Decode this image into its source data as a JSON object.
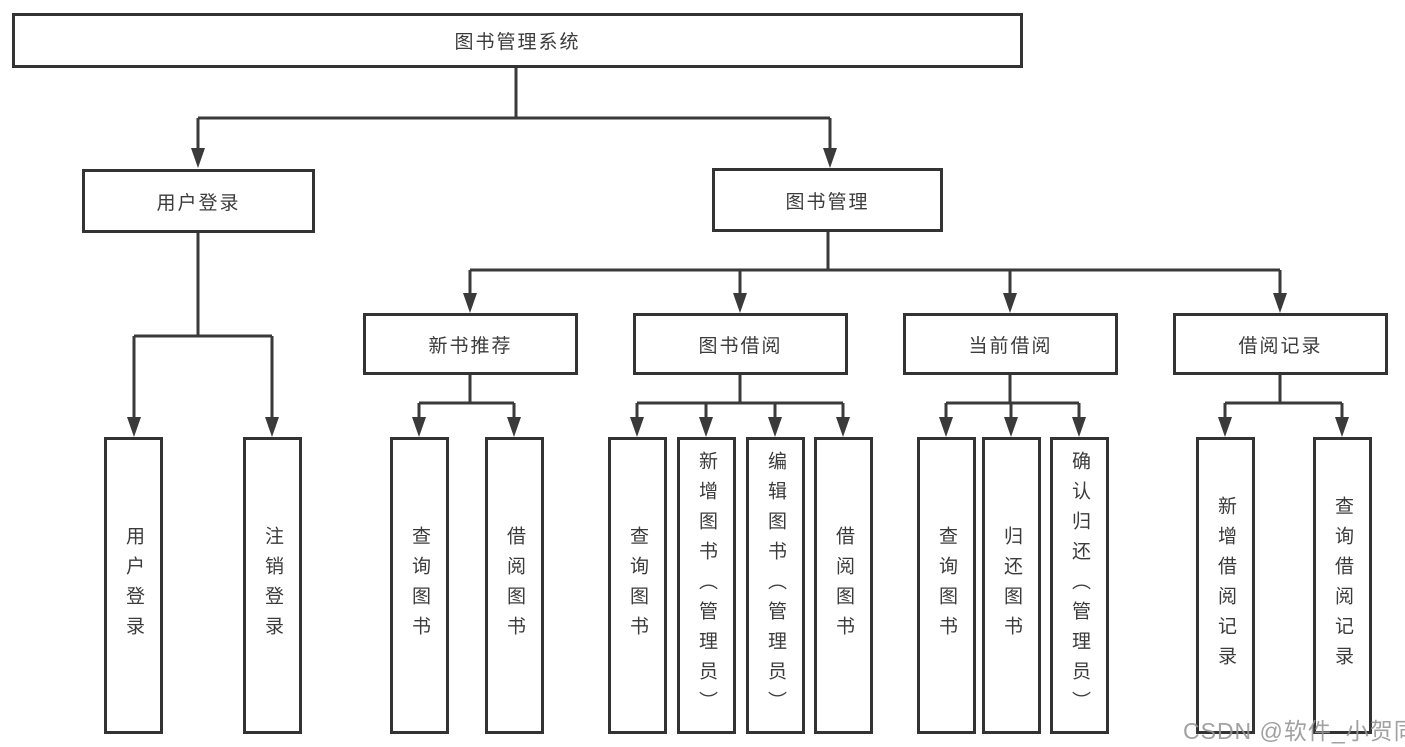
{
  "nodes": {
    "root": "图书管理系统",
    "login": "用户登录",
    "mgmt": "图书管理",
    "login_user": "用户登录",
    "login_logout": "注销登录",
    "rec": "新书推荐",
    "borrow": "图书借阅",
    "current": "当前借阅",
    "records": "借阅记录",
    "rec_query": "查询图书",
    "rec_borrow": "借阅图书",
    "borrow_query": "查询图书",
    "borrow_add": "新增图书（管理员）",
    "borrow_edit": "编辑图书（管理员）",
    "borrow_take": "借阅图书",
    "current_query": "查询图书",
    "current_return": "归还图书",
    "current_confirm": "确认归还（管理员）",
    "records_add": "新增借阅记录",
    "records_query": "查询借阅记录"
  },
  "edges": [
    [
      "图书管理系统",
      "用户登录"
    ],
    [
      "图书管理系统",
      "图书管理"
    ],
    [
      "用户登录",
      "用户登录"
    ],
    [
      "用户登录",
      "注销登录"
    ],
    [
      "图书管理",
      "新书推荐"
    ],
    [
      "图书管理",
      "图书借阅"
    ],
    [
      "图书管理",
      "当前借阅"
    ],
    [
      "图书管理",
      "借阅记录"
    ],
    [
      "新书推荐",
      "查询图书"
    ],
    [
      "新书推荐",
      "借阅图书"
    ],
    [
      "图书借阅",
      "查询图书"
    ],
    [
      "图书借阅",
      "新增图书（管理员）"
    ],
    [
      "图书借阅",
      "编辑图书（管理员）"
    ],
    [
      "图书借阅",
      "借阅图书"
    ],
    [
      "当前借阅",
      "查询图书"
    ],
    [
      "当前借阅",
      "归还图书"
    ],
    [
      "当前借阅",
      "确认归还（管理员）"
    ],
    [
      "借阅记录",
      "新增借阅记录"
    ],
    [
      "借阅记录",
      "查询借阅记录"
    ]
  ],
  "colors": {
    "box_border": "#333333",
    "connector": "#3a3a3a",
    "text": "#3b3b3b",
    "watermark": "#949494",
    "background": "#ffffff"
  },
  "watermark": "CSDN @软件_小贺同学"
}
